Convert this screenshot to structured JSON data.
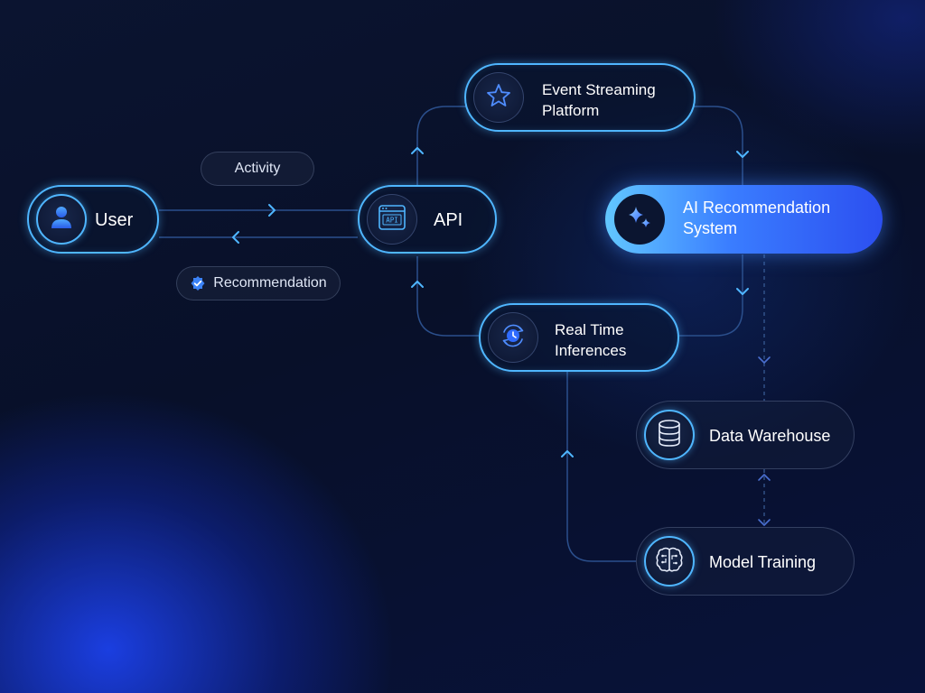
{
  "nodes": {
    "user": {
      "label": "User"
    },
    "api": {
      "label": "API",
      "icon_text": "API"
    },
    "event_streaming": {
      "label_line1": "Event Streaming",
      "label_line2": "Platform"
    },
    "ai_system": {
      "label_line1": "AI Recommendation",
      "label_line2": "System"
    },
    "real_time": {
      "label_line1": "Real Time",
      "label_line2": "Inferences"
    },
    "data_warehouse": {
      "label": "Data Warehouse"
    },
    "model_training": {
      "label": "Model Training"
    }
  },
  "edges": {
    "activity": {
      "label": "Activity"
    },
    "recommendation": {
      "label": "Recommendation"
    }
  },
  "colors": {
    "accent": "#4fb6ff",
    "ai_gradient_start": "#62c7ff",
    "ai_gradient_end": "#2c4ff0",
    "connector": "#2f5fa8"
  }
}
